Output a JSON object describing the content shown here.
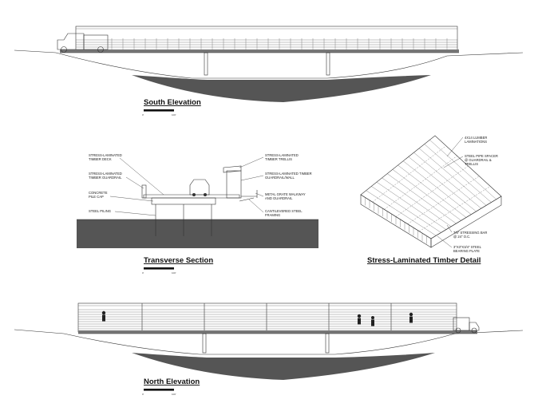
{
  "south_elevation": {
    "title": "South Elevation",
    "scale_start": "0'",
    "scale_end": "100'"
  },
  "transverse_section": {
    "title": "Transverse Section",
    "scale_start": "0'",
    "scale_end": "100'",
    "notes_left": [
      [
        "STRESS-LAMINATED",
        "TIMBER DECK"
      ],
      [
        "STRESS-LAMINATED",
        "TIMBER GUARDRAIL"
      ],
      [
        "CONCRETE",
        "PILE CAP"
      ],
      [
        "STEEL PILING"
      ]
    ],
    "notes_right": [
      [
        "STRESS-LAMINATED",
        "TIMBER TRELLIS"
      ],
      [
        "STRESS-LAMINATED TIMBER",
        "GUARDRAIL/WALL"
      ],
      [
        "METAL GRATE WALKWAY",
        "AND GUARDRAIL"
      ],
      [
        "CANTILEVERED STEEL",
        "FRAMING"
      ]
    ]
  },
  "timber_detail": {
    "title": "Stress-Laminated Timber Detail",
    "notes": [
      [
        "4X14 LUMBER",
        "LAMINATIONS"
      ],
      [
        "STEEL PIPE SPACER",
        "@ GUARDRAIL &",
        "TRELLIS"
      ],
      [
        "7/8\" STRESSING BAR",
        "@ 24\" O.C."
      ],
      [
        "3\"X3\"X3/4\" STEEL",
        "BEARING PLATE"
      ]
    ]
  },
  "north_elevation": {
    "title": "North Elevation",
    "scale_start": "0'",
    "scale_end": "100'"
  },
  "colors": {
    "ground": "#555555",
    "line": "#333333",
    "background": "#ffffff"
  }
}
